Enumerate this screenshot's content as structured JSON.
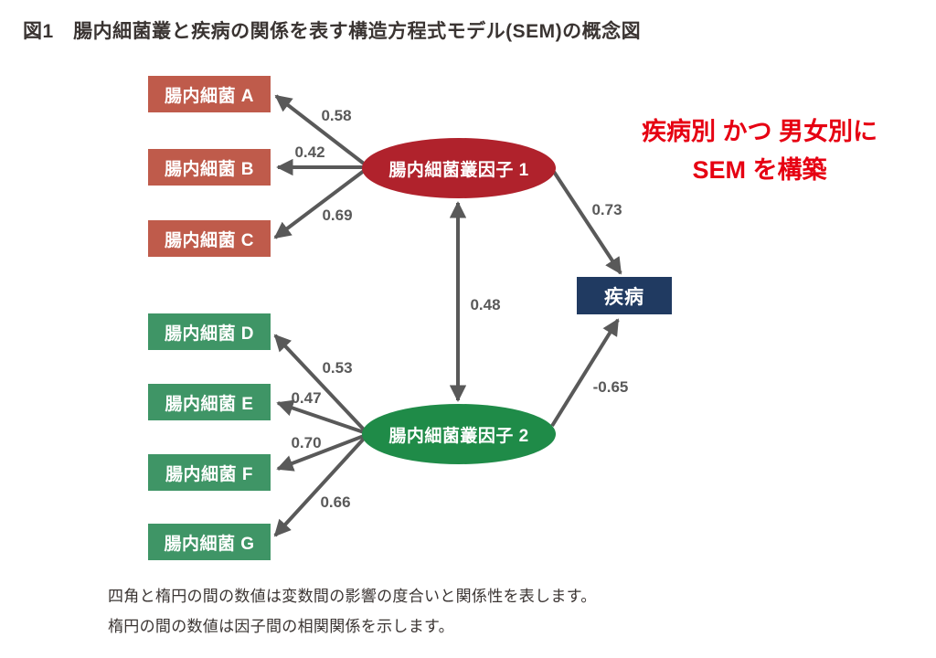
{
  "title": "図1　腸内細菌叢と疾病の関係を表す構造方程式モデル(SEM)の概念図",
  "annotation": {
    "line1": "疾病別 かつ 男女別に",
    "line2": "SEM を構築"
  },
  "model": {
    "factor1": {
      "label": "腸内細菌叢因子 1",
      "indicators": [
        {
          "label": "腸内細菌 A",
          "loading": "0.58"
        },
        {
          "label": "腸内細菌 B",
          "loading": "0.42"
        },
        {
          "label": "腸内細菌 C",
          "loading": "0.69"
        }
      ],
      "path_to_outcome": "0.73"
    },
    "factor2": {
      "label": "腸内細菌叢因子 2",
      "indicators": [
        {
          "label": "腸内細菌 D",
          "loading": "0.53"
        },
        {
          "label": "腸内細菌 E",
          "loading": "0.47"
        },
        {
          "label": "腸内細菌 F",
          "loading": "0.70"
        },
        {
          "label": "腸内細菌 G",
          "loading": "0.66"
        }
      ],
      "path_to_outcome": "-0.65"
    },
    "factor_covariance": "0.48",
    "outcome": {
      "label": "疾病"
    }
  },
  "caption": {
    "line1": "四角と楕円の間の数値は変数間の影響の度合いと関係性を表します。",
    "line2": "楕円の間の数値は因子間の相関関係を示します。"
  },
  "colors": {
    "indicator_red": "#bf5b4b",
    "factor_red": "#b0222c",
    "indicator_green": "#3f9566",
    "factor_green": "#1f8b48",
    "outcome_navy": "#203a61",
    "arrow_gray": "#595959",
    "annotation_red": "#e60012"
  }
}
